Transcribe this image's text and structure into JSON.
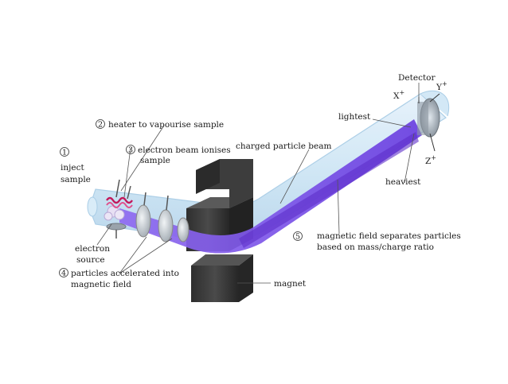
{
  "labels": {
    "inject_line1": "inject",
    "inject_line2": "sample",
    "heater": "heater to vapourise sample",
    "ebeam_line1": "electron beam ionises",
    "ebeam_line2": "sample",
    "charged_beam": "charged particle beam",
    "lightest": "lightest",
    "detector": "Detector",
    "heaviest": "heaviest",
    "x_axis": "X",
    "y_axis": "Y",
    "z_axis": "Z",
    "axis_sup": "+",
    "magnetic_line1": "magnetic field separates particles",
    "magnetic_line2": "based on mass/charge ratio",
    "electron_source_line1": "electron",
    "electron_source_line2": "source",
    "accel_line1": "particles accelerated into",
    "accel_line2": "magnetic field",
    "magnet": "magnet"
  },
  "step_numbers": {
    "s1": "1",
    "s2": "2",
    "s3": "3",
    "s4": "4",
    "s5": "5"
  },
  "colors": {
    "tube": "#cfe6f5",
    "tube_edge": "#a9cde6",
    "beam": "#7b4fe0",
    "beam_dark": "#5d2fc9",
    "magnet": "#3a3a3a",
    "heater": "#c2185b",
    "detector": "#9aa3ab"
  }
}
